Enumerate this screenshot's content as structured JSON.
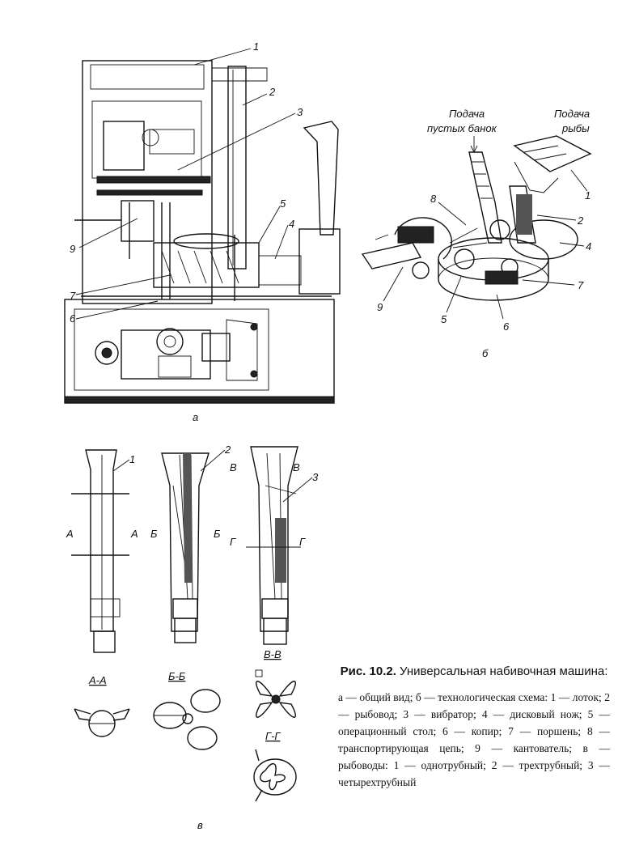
{
  "figure_a": {
    "callouts": [
      "1",
      "2",
      "3",
      "4",
      "5",
      "6",
      "7",
      "9"
    ],
    "sublabel": "а"
  },
  "figure_b": {
    "feed_cans": "Подача пустых банок",
    "feed_fish": "Подача рыбы",
    "callouts": [
      "1",
      "2",
      "4",
      "7",
      "6",
      "5",
      "9",
      "8"
    ],
    "sublabel": "б"
  },
  "figure_v": {
    "callouts": [
      "1",
      "2",
      "3"
    ],
    "cut_marks": [
      "А",
      "А",
      "Б",
      "Б",
      "В",
      "В",
      "Г",
      "Г"
    ],
    "sections": [
      "А-А",
      "Б-Б",
      "В-В",
      "Г-Г"
    ],
    "sublabel": "в"
  },
  "caption": {
    "title_bold": "Рис. 10.2.",
    "title_rest": " Универсальная набивочная машина:",
    "body": "а — общий вид; б — технологическая схема: 1 — лоток; 2 — рыбовод; 3 — вибратор; 4 — дисковый нож; 5 — операционный стол; 6 — копир; 7 — поршень; 8 — транспортирующая цепь; 9 — кантователь; в — рыбоводы: 1 — однотрубный; 2 — трехтрубный; 3 — четырехтрубный"
  }
}
